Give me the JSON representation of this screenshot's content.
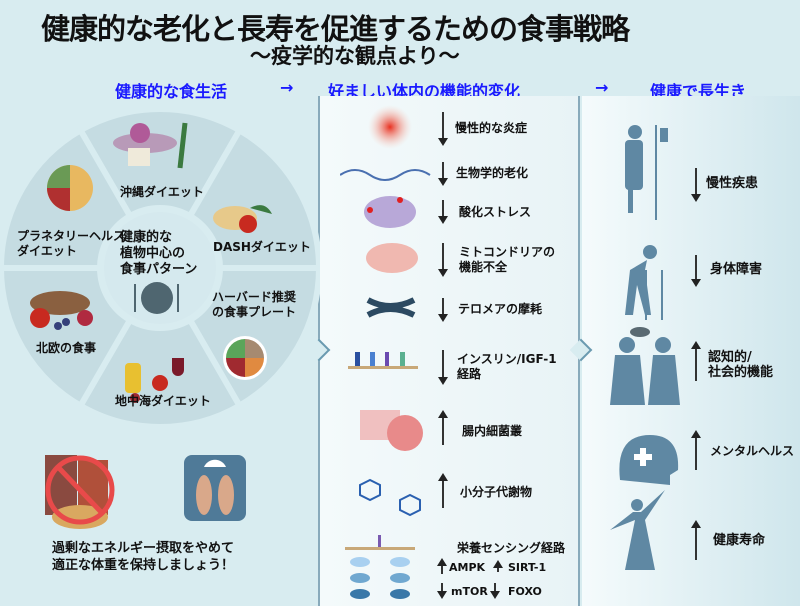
{
  "title": "健康的な老化と長寿を促進するための食事戦略",
  "subtitle": "～疫学的な観点より～",
  "headers": {
    "left": "健康的な食生活",
    "arrow1": "→",
    "middle": "好ましい体内の機能的変化",
    "arrow2": "→",
    "right": "健康で長生き"
  },
  "wheel": {
    "center": [
      "健康的な",
      "植物中心の",
      "食事パターン"
    ],
    "segments": [
      {
        "line1": "沖縄ダイエット",
        "line2": ""
      },
      {
        "line1": "DASHダイエット",
        "line2": ""
      },
      {
        "line1": "ハーバード推奨",
        "line2": "の食事プレート"
      },
      {
        "line1": "地中海ダイエット",
        "line2": ""
      },
      {
        "line1": "北欧の食事",
        "line2": ""
      },
      {
        "line1": "プラネタリーヘルス",
        "line2": "ダイエット"
      }
    ]
  },
  "advice": {
    "line1": "過剰なエネルギー摂取をやめて",
    "line2": "適正な体重を保持しましょう！"
  },
  "changes": [
    {
      "direction": "down",
      "line1": "慢性的な炎症",
      "line2": ""
    },
    {
      "direction": "down",
      "line1": "生物学的老化",
      "line2": ""
    },
    {
      "direction": "down",
      "line1": "酸化ストレス",
      "line2": ""
    },
    {
      "direction": "down",
      "line1": "ミトコンドリアの",
      "line2": "機能不全"
    },
    {
      "direction": "down",
      "line1": "テロメアの摩耗",
      "line2": ""
    },
    {
      "direction": "down",
      "line1": "インスリン/IGF-1",
      "line2": "経路"
    },
    {
      "direction": "up",
      "line1": "腸内細菌叢",
      "line2": ""
    },
    {
      "direction": "up",
      "line1": "小分子代謝物",
      "line2": ""
    },
    {
      "direction": "none",
      "line1": "栄養センシング経路",
      "line2": ""
    }
  ],
  "sensing": [
    {
      "direction": "up",
      "label": "AMPK"
    },
    {
      "direction": "up",
      "label": "SIRT-1"
    },
    {
      "direction": "down",
      "label": "mTOR"
    },
    {
      "direction": "down",
      "label": "FOXO"
    }
  ],
  "outcomes": [
    {
      "direction": "down",
      "line1": "慢性疾患",
      "line2": ""
    },
    {
      "direction": "down",
      "line1": "身体障害",
      "line2": ""
    },
    {
      "direction": "up",
      "line1": "認知的/",
      "line2": "社会的機能"
    },
    {
      "direction": "up",
      "line1": "メンタルヘルス",
      "line2": ""
    },
    {
      "direction": "up",
      "line1": "健康寿命",
      "line2": ""
    }
  ],
  "colors": {
    "header": "#1a1aff",
    "figure": "#5f88a3",
    "wheel": "#c3dbe1"
  }
}
